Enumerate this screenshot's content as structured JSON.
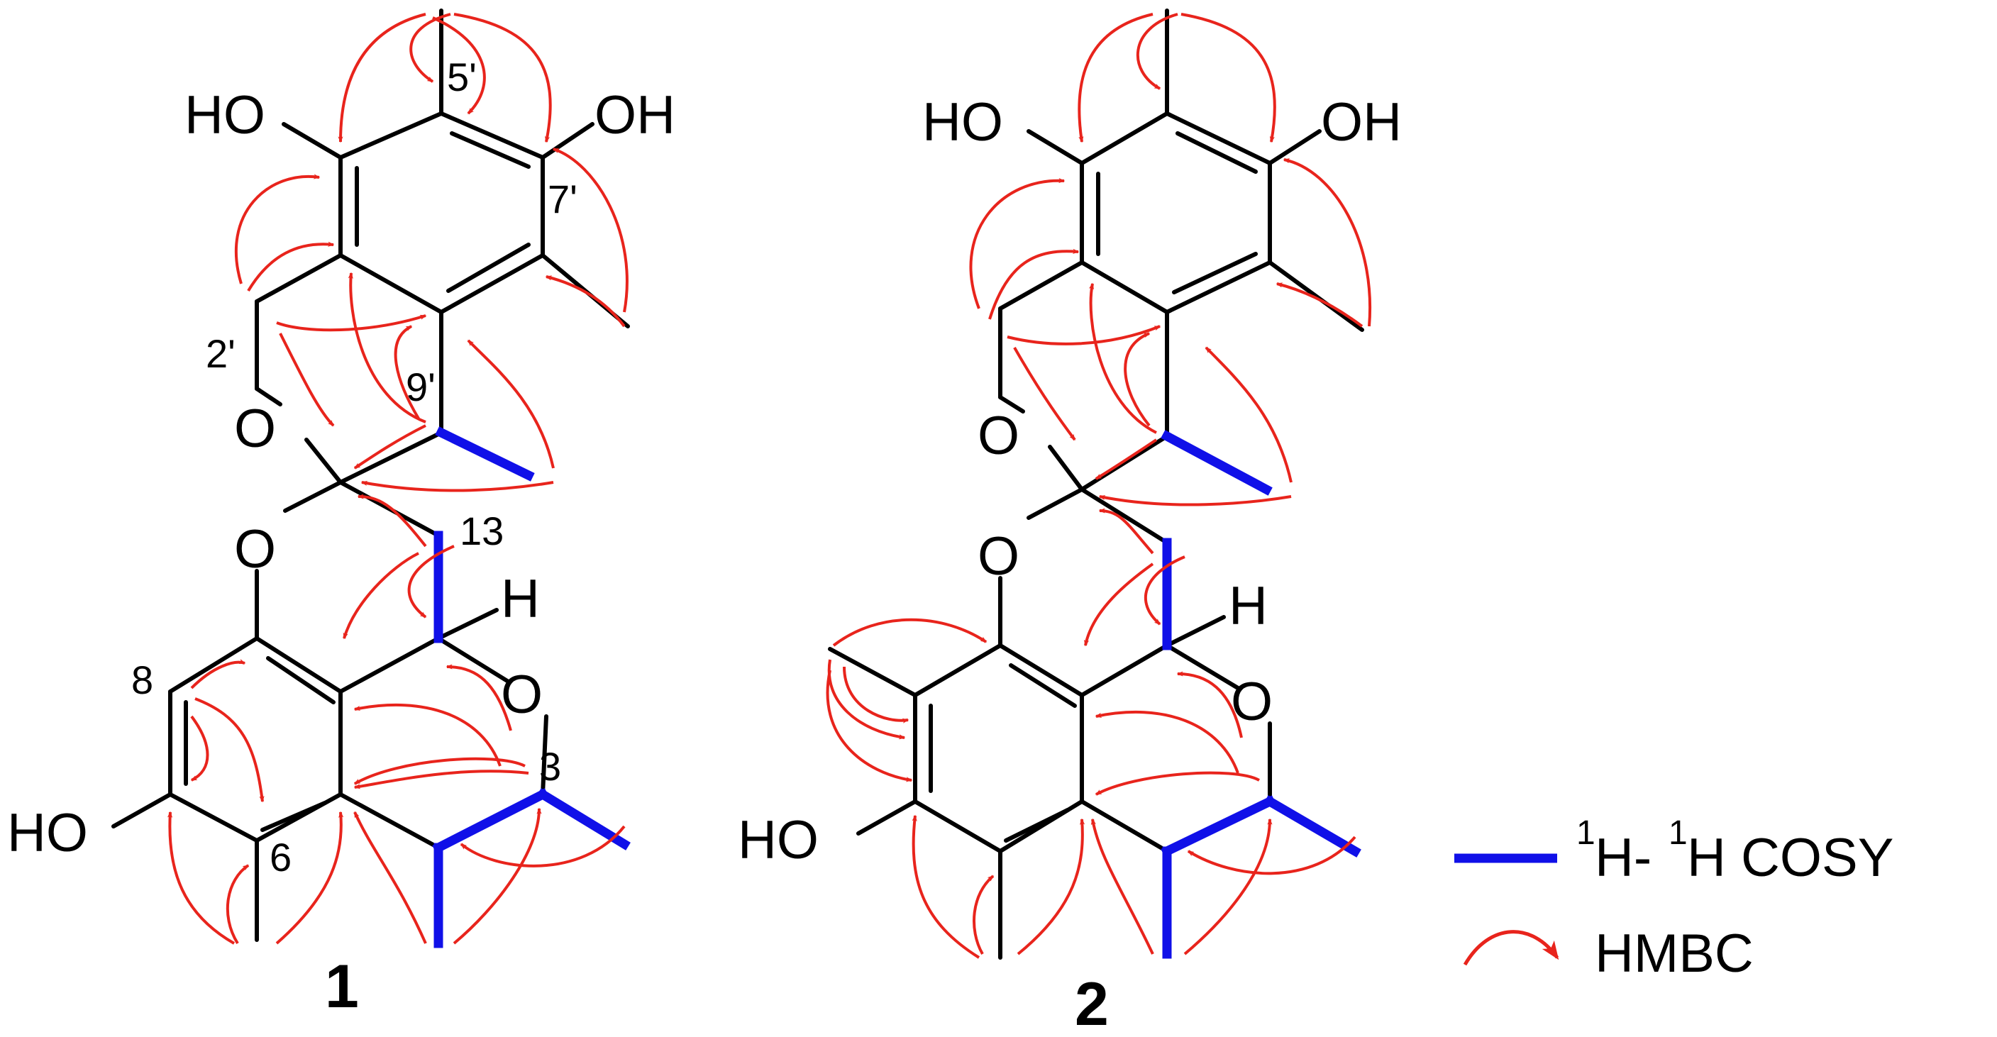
{
  "compounds": {
    "c1": {
      "id": "1",
      "labels": {
        "oh_a": "HO",
        "oh_b": "OH",
        "oh_c": "HO",
        "o_a": "O",
        "o_b": "O",
        "o_c": "O",
        "h": "H"
      },
      "numbers": {
        "n5p": "5'",
        "n7p": "7'",
        "n2p": "2'",
        "n9p": "9'",
        "n13": "13",
        "n8": "8",
        "n6": "6",
        "n3": "3"
      }
    },
    "c2": {
      "id": "2",
      "labels": {
        "oh_a": "HO",
        "oh_b": "OH",
        "oh_c": "HO",
        "o_a": "O",
        "o_b": "O",
        "o_c": "O",
        "h": "H"
      }
    }
  },
  "legend": {
    "cosy_sup": "1",
    "cosy_text_a": "H-",
    "cosy_text_b": "H COSY",
    "hmbc": "HMBC"
  },
  "colors": {
    "cosy": "#1010e8",
    "hmbc": "#e8241c",
    "bond": "#000000"
  }
}
